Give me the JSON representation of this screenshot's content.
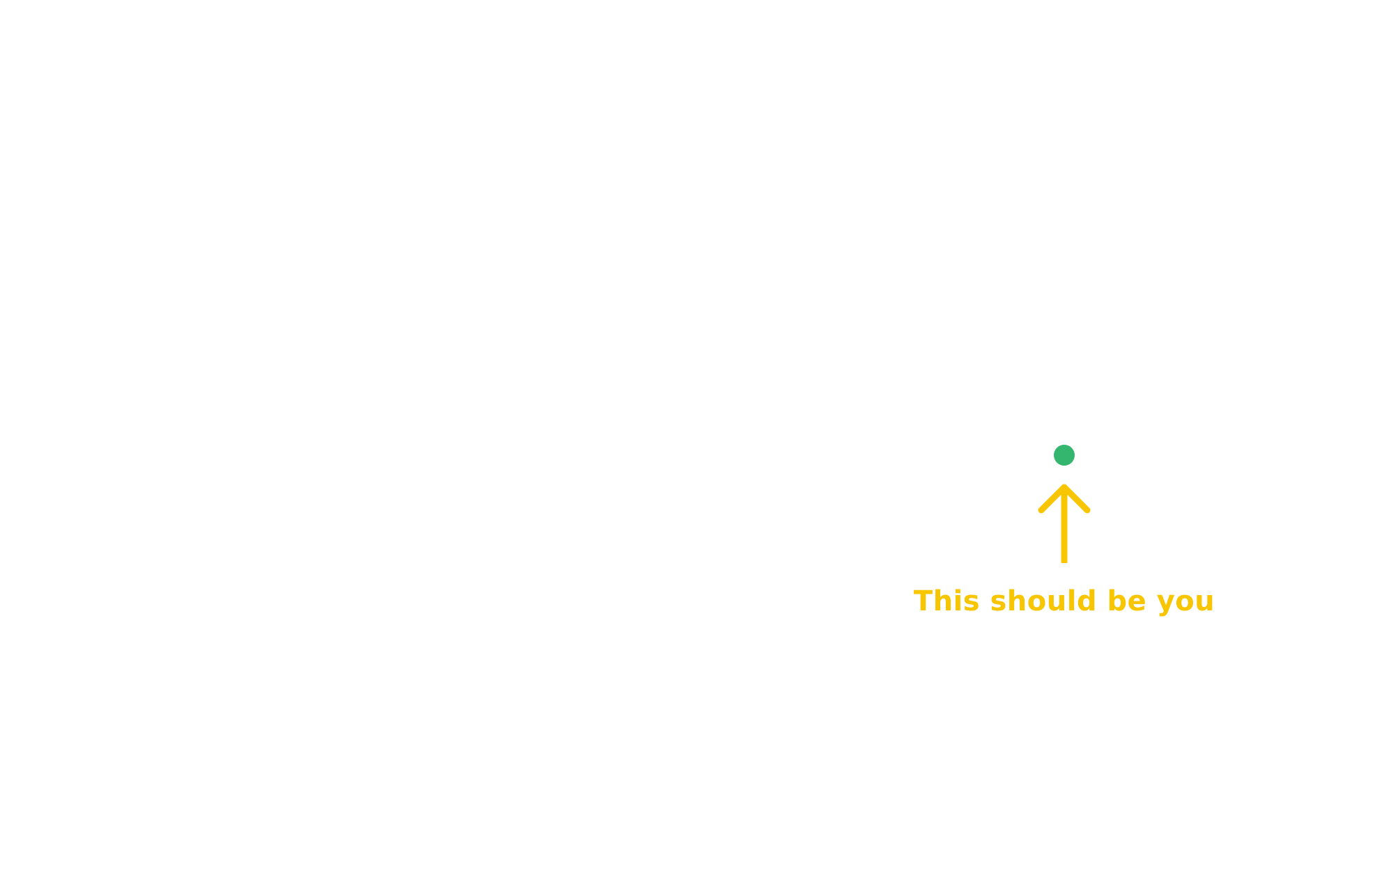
{
  "marker": {
    "color": "#34b66e",
    "icon": "location-dot"
  },
  "pointer": {
    "color": "#f7c600",
    "icon": "arrow-up"
  },
  "caption": {
    "text": "This should be you",
    "color": "#f7c600"
  }
}
